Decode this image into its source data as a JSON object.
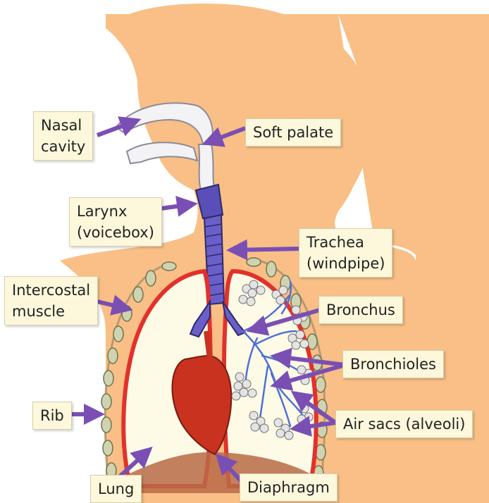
{
  "colors": {
    "skin": "#f9bf86",
    "lung_outline": "#e2312b",
    "lung_fill": "#fdfbe6",
    "airway": "#5a4fb8",
    "arrow": "#7a4fb4",
    "heart": "#c8321f",
    "rib": "#cfd3b0",
    "diaphragm": "#b86a47",
    "alveoli": "#dcdcdc",
    "label_bg": "#fdf8dc"
  },
  "labels": {
    "nasal_cavity": [
      "Nasal",
      "cavity"
    ],
    "soft_palate": "Soft palate",
    "larynx": [
      "Larynx",
      "(voicebox)"
    ],
    "trachea": [
      "Trachea",
      "(windpipe)"
    ],
    "intercostal_muscle": [
      "Intercostal",
      "muscle"
    ],
    "bronchus": "Bronchus",
    "bronchioles": "Bronchioles",
    "rib": "Rib",
    "air_sacs": "Air sacs (alveoli)",
    "lung": "Lung",
    "diaphragm": "Diaphragm"
  }
}
